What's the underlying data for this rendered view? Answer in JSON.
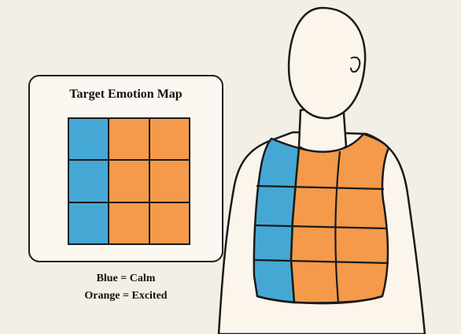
{
  "card": {
    "title": "Target Emotion Map"
  },
  "legend": {
    "line1": "Blue = Calm",
    "line2": "Orange = Excited"
  },
  "colors": {
    "calm": "#45a8d4",
    "excited": "#f49a4a",
    "outline": "#1a1a1a",
    "skin": "#fbf5ec",
    "background": "#f3efe6"
  },
  "emotion_map": {
    "rows": [
      [
        "calm",
        "excited",
        "excited"
      ],
      [
        "calm",
        "excited",
        "excited"
      ],
      [
        "calm",
        "excited",
        "excited"
      ]
    ]
  }
}
